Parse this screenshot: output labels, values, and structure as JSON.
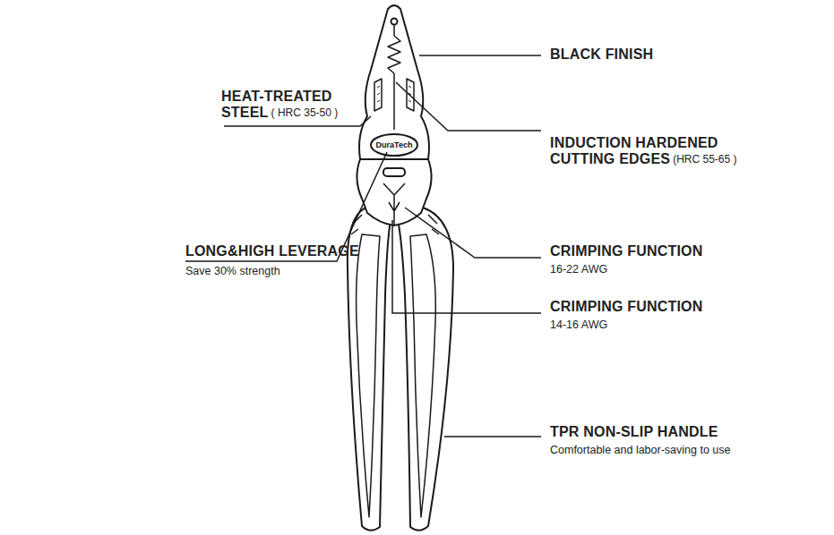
{
  "diagram": {
    "labels": [
      "BLACK FINISH",
      "HEAT-TREATED STEEL",
      "( HRC 35-50 )",
      "DuraTech",
      "INDUCTION HARDENED CUTTING EDGES",
      "(HRC 55-65 )",
      "CRIMPING FUNCTION",
      "16-22 AWG",
      "LONG&HIGH LEVERAGE",
      "Save 30% strength",
      "CRIMPING FUNCTION",
      "14-16 AWG",
      "TPR NON-SLIP HANDLE",
      "Comfortable and labor-saving to use"
    ]
  }
}
